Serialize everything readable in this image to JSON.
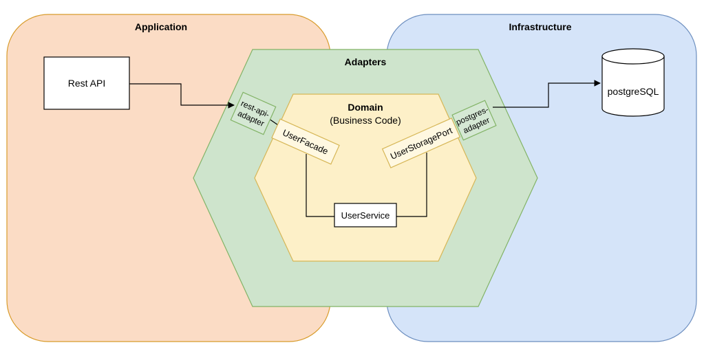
{
  "regions": {
    "application": {
      "label": "Application",
      "fill": "#fbdcc5",
      "stroke": "#d89b2a"
    },
    "infrastructure": {
      "label": "Infrastructure",
      "fill": "#d5e4f9",
      "stroke": "#6c8ebf"
    }
  },
  "adapters": {
    "label": "Adapters",
    "fill": "#cee4cc",
    "stroke": "#82b366"
  },
  "domain": {
    "title": "Domain",
    "subtitle": "(Business Code)",
    "fill": "#fdf0c8",
    "stroke": "#d6b656"
  },
  "boxes": {
    "rest_api": "Rest API",
    "rest_api_adapter": [
      "rest-api-",
      "adapter"
    ],
    "postgres_adapter": [
      "postgres-",
      "adapter"
    ],
    "user_facade": "UserFacade",
    "user_storage_port": "UserStoragePort",
    "user_service": "UserService",
    "database": "postgreSQL"
  },
  "colors": {
    "line": "#000000",
    "box_fill": "#ffffff",
    "adapter_box_fill": "#d5e8d4",
    "adapter_box_stroke": "#82b366",
    "port_box_fill": "#fff8e1"
  }
}
